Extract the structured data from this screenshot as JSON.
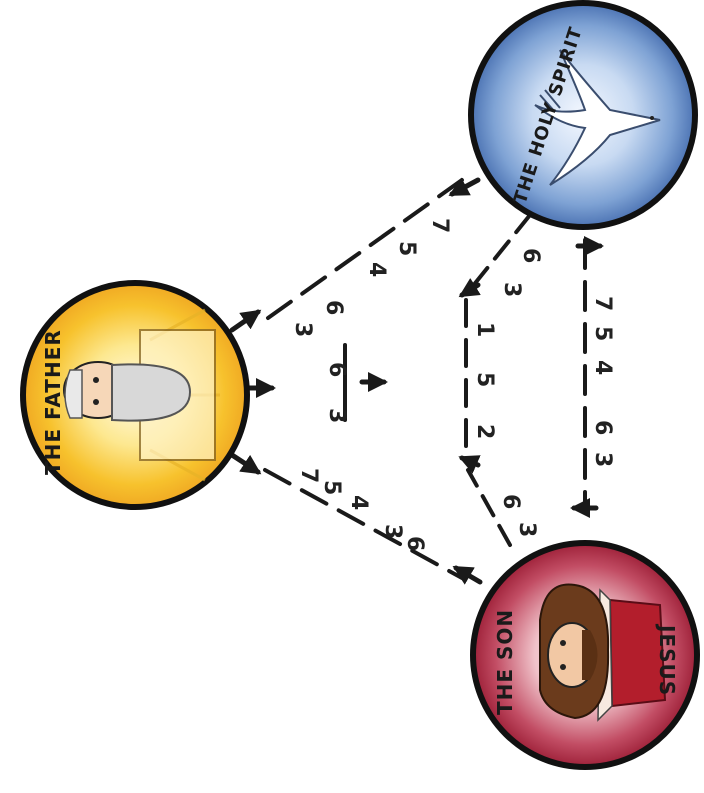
{
  "persons": {
    "father": {
      "label": "THE FATHER",
      "color": "#f6c12a"
    },
    "holy_spirit": {
      "label": "THE HOLY SPIRIT",
      "color": "#5e86bf"
    },
    "son": {
      "label": "THE SON",
      "sublabel": "JESUS",
      "color": "#b1324a"
    }
  },
  "links": {
    "father_to_spirit": [
      "3",
      "6",
      "4",
      "5",
      "7"
    ],
    "father_to_son": [
      "7",
      "5",
      "4",
      "3",
      "6"
    ],
    "spirit_to_son": [
      "3",
      "6",
      "4",
      "5",
      "7"
    ],
    "son_to_center": [
      "3",
      "6",
      "2",
      "5"
    ],
    "spirit_to_center": [
      "3",
      "6",
      "1"
    ],
    "father_center": [
      "3",
      "6"
    ]
  }
}
